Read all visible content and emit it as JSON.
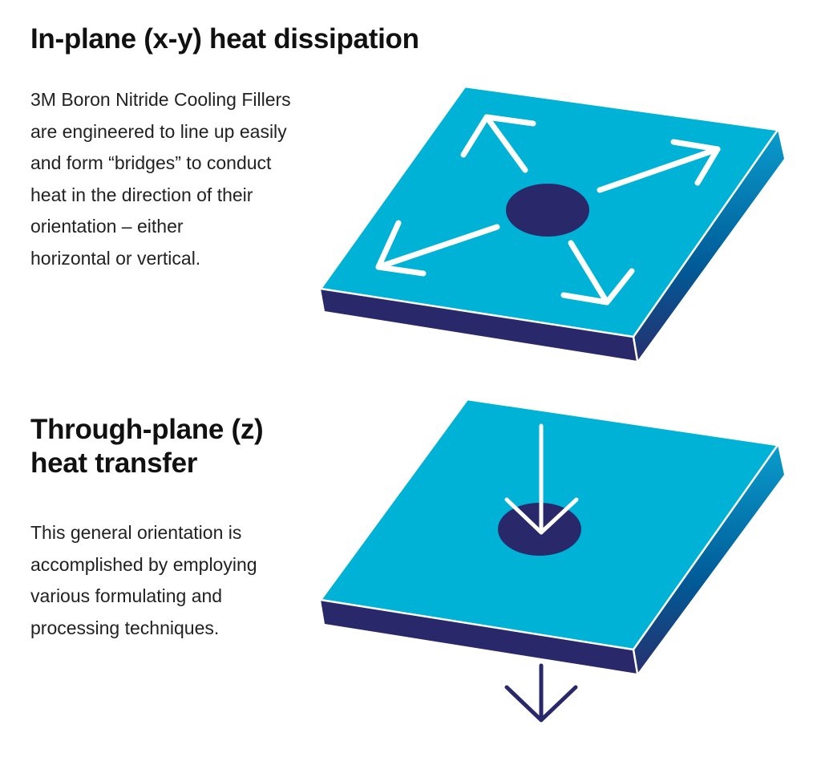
{
  "section1": {
    "title": "In-plane (x-y) heat dissipation",
    "body_lines": [
      "3M Boron Nitride Cooling Fillers",
      "are engineered to line up easily",
      "and form “bridges” to conduct",
      "heat in the direction of their",
      "orientation – either",
      "horizontal or vertical."
    ]
  },
  "section2": {
    "title_lines": [
      "Through-plane (z)",
      "heat transfer"
    ],
    "body_lines": [
      "This general orientation is",
      "accomplished by employing",
      "various formulating and",
      "processing techniques."
    ]
  },
  "colors": {
    "plate_top": "#00b3d6",
    "plate_front": "#28286a",
    "plate_side_light": "#0a7fb5",
    "plate_side_dark": "#263a7a",
    "heat_source": "#28286a",
    "arrow_white": "#ffffff",
    "arrow_dark": "#28286a"
  }
}
